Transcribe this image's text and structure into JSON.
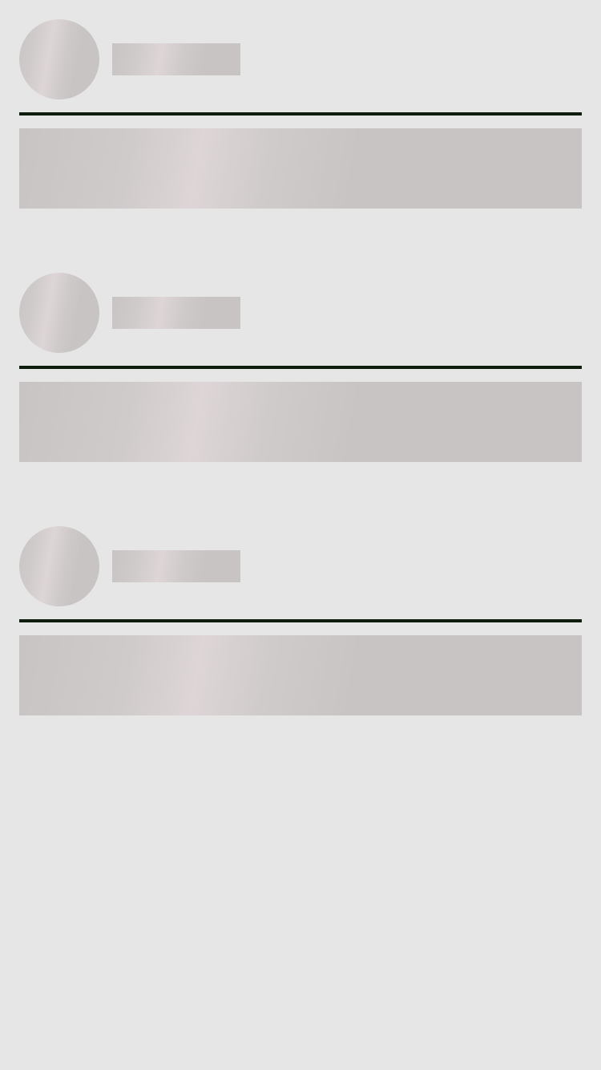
{
  "screen": {
    "state": "loading-skeleton"
  },
  "feed": {
    "items": [
      {
        "kind": "placeholder-card"
      },
      {
        "kind": "placeholder-card"
      },
      {
        "kind": "placeholder-card"
      }
    ]
  },
  "colors": {
    "background": "#e6e6e6",
    "placeholder_base": "#c8c4c4",
    "placeholder_highlight": "#ddd5d6",
    "divider": "#0f1d0f"
  }
}
